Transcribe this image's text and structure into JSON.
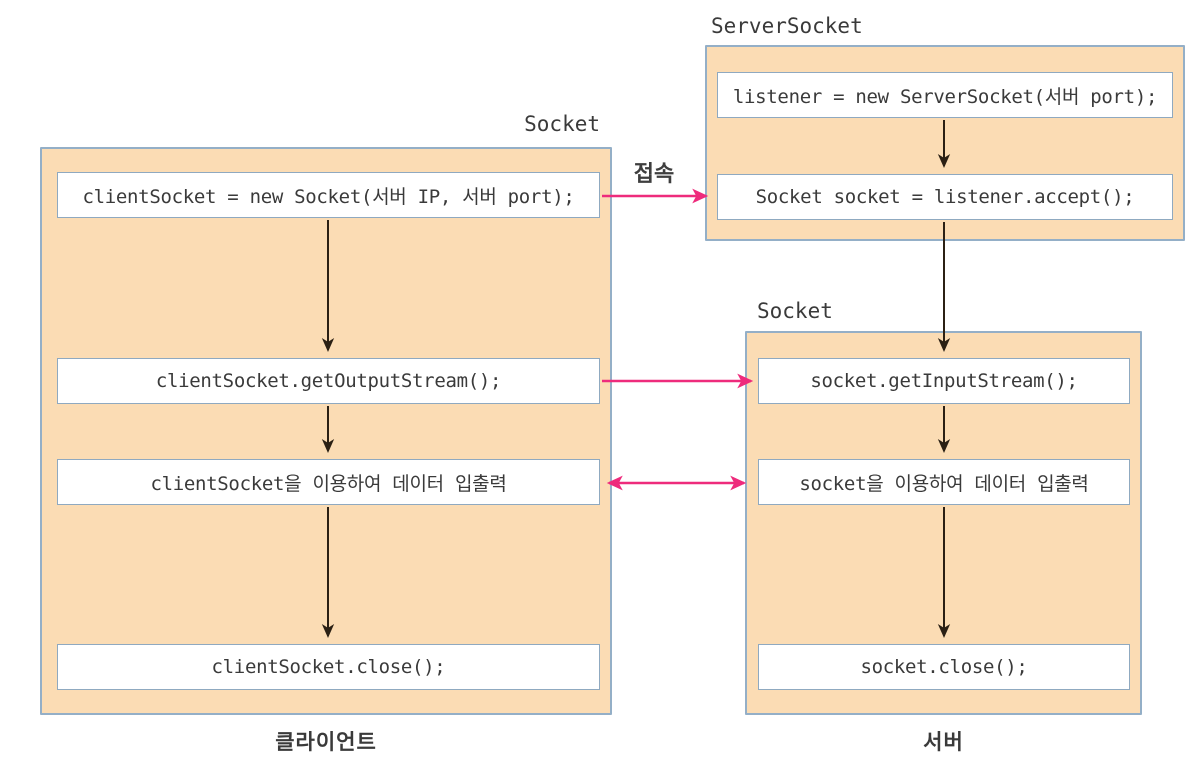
{
  "diagram": {
    "client": {
      "title": "Socket",
      "caption": "클라이언트",
      "nodes": [
        "clientSocket = new Socket(서버 IP, 서버 port);",
        "clientSocket.getOutputStream();",
        "clientSocket을 이용하여 데이터 입출력",
        "clientSocket.close();"
      ]
    },
    "server_listener": {
      "title": "ServerSocket",
      "nodes": [
        "listener = new ServerSocket(서버 port);",
        "Socket socket = listener.accept();"
      ]
    },
    "server_socket": {
      "title": "Socket",
      "caption": "서버",
      "nodes": [
        "socket.getInputStream();",
        "socket을 이용하여 데이터 입출력",
        "socket.close();"
      ]
    },
    "connection_label": "접속"
  },
  "colors": {
    "background": "#ffffff",
    "group_fill": "#fbdcb4",
    "group_border": "#94afc7",
    "node_fill": "#ffffff",
    "node_border": "#8fa9c0",
    "flow_arrow": "#2b2014",
    "link_arrow": "#ee2b7c",
    "text": "#3a3a3a"
  }
}
